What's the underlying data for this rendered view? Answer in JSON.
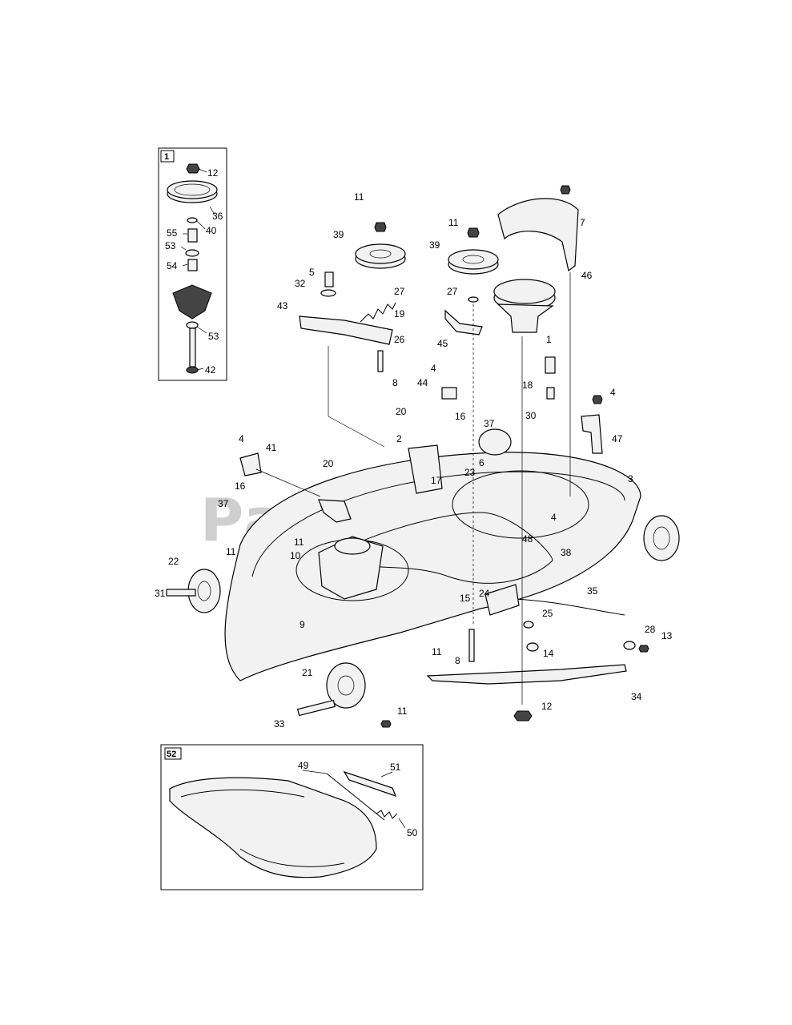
{
  "watermark": "PartsTree",
  "insets": {
    "spindle": {
      "tag": "1",
      "labels": [
        "12",
        "36",
        "40",
        "55",
        "53",
        "54",
        "53",
        "42"
      ]
    },
    "deflector": {
      "tag": "52",
      "labels": [
        "49",
        "51",
        "50"
      ]
    }
  },
  "callouts": [
    "11",
    "39",
    "11",
    "39",
    "7",
    "46",
    "5",
    "32",
    "27",
    "27",
    "19",
    "43",
    "26",
    "45",
    "1",
    "8",
    "4",
    "44",
    "18",
    "30",
    "4",
    "20",
    "16",
    "37",
    "2",
    "6",
    "23",
    "17",
    "47",
    "4",
    "41",
    "20",
    "3",
    "16",
    "37",
    "4",
    "48",
    "11",
    "10",
    "38",
    "11",
    "22",
    "31",
    "9",
    "15",
    "24",
    "35",
    "25",
    "28",
    "13",
    "14",
    "8",
    "11",
    "21",
    "34",
    "12",
    "33",
    "11"
  ],
  "colors": {
    "line": "#000000",
    "watermark": "#cfcfcf"
  }
}
